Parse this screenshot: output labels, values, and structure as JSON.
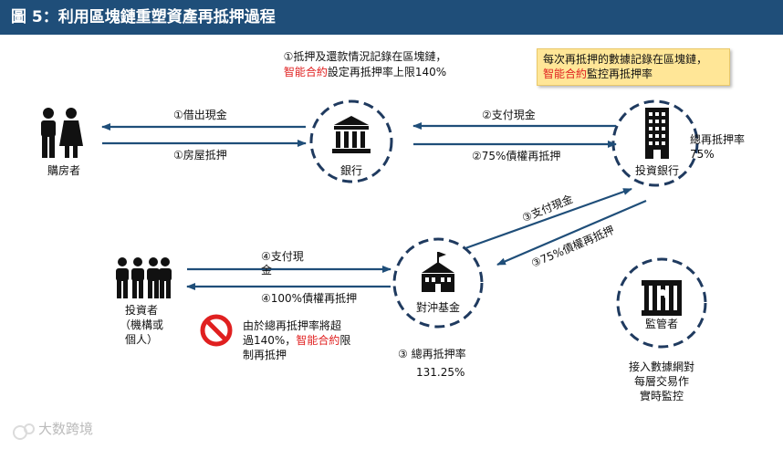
{
  "title": "圖 5：利用區塊鏈重塑資產再抵押過程",
  "top_note": {
    "line1": "①抵押及還款情況記錄在區塊鏈，",
    "line2_red": "智能合約",
    "line2_rest": "設定再抵押率上限140%"
  },
  "yellow_note": {
    "line1": "每次再抵押的數據記錄在區塊鏈，",
    "line2_red": "智能合約",
    "line2_rest": "監控再抵押率"
  },
  "nodes": {
    "buyer": "購房者",
    "bank": "銀行",
    "investment_bank": "投資銀行",
    "hedge_fund": "對沖基金",
    "investor_line1": "投資者",
    "investor_line2": "（機構或",
    "investor_line3": "個人）",
    "regulator": "監管者"
  },
  "arrows": {
    "bank_to_buyer": "①借出現金",
    "buyer_to_bank": "①房屋抵押",
    "ib_to_bank": "②支付現金",
    "bank_to_ib": "②75%債權再抵押",
    "ib_to_hf": "③支付現金",
    "hf_to_ib": "③75%債權再抵押",
    "hf_to_investor_a": "④支付現",
    "hf_to_investor_b": "金",
    "investor_to_hf": "④100%債權再抵押"
  },
  "ib_rate": {
    "line1": "總再抵押率",
    "line2": "75%"
  },
  "hf_rate": {
    "line1": "③ 總再抵押率",
    "line2": "131.25%"
  },
  "block_note": {
    "line1": "由於總再抵押率將超",
    "line2_a": "過140%，",
    "line2_red": "智能合約",
    "line2_b": "限",
    "line3": "制再抵押"
  },
  "regulator_note": {
    "line1": "接入數據網對",
    "line2": "每層交易作",
    "line3": "實時監控"
  },
  "watermark": "大数跨境",
  "colors": {
    "title_bg": "#1f4e79",
    "arrow": "#1f4e79",
    "red": "#e02020",
    "note_bg": "#ffe697"
  }
}
